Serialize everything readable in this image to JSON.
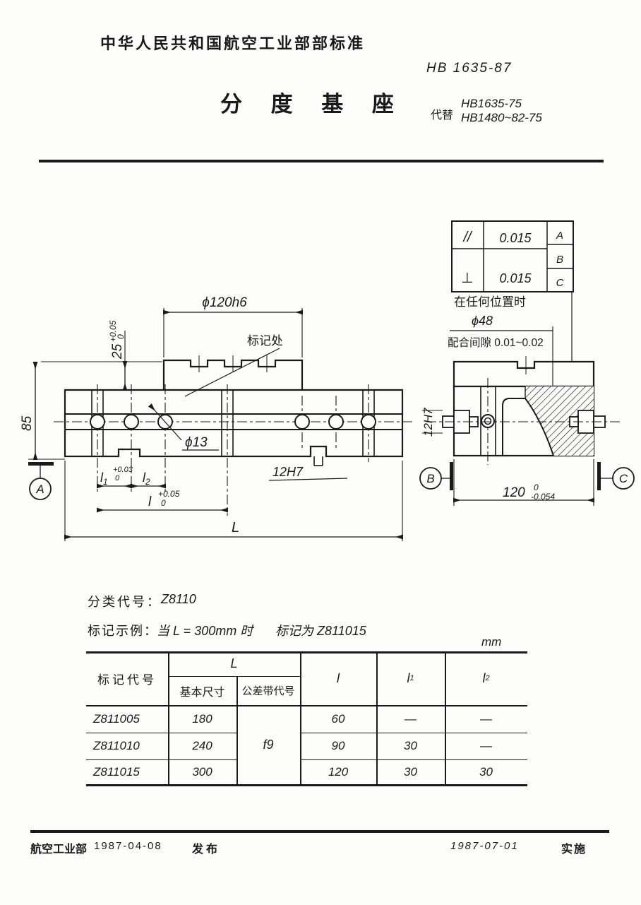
{
  "header": {
    "org": "中华人民共和国航空工业部部标准",
    "standard_no": "HB 1635-87",
    "title": "分 度 基 座",
    "replace_prefix": "代替",
    "replace_1": "HB1635-75",
    "replace_2": "HB1480~82-75"
  },
  "tolerance_frame": {
    "row1_symbol": "//",
    "row1_value": "0.015",
    "row1_datum": "A",
    "row2_symbol": "⊥",
    "row2_value": "0.015",
    "row2_datum_top": "B",
    "row2_datum_bottom": "C",
    "note": "在任何位置时"
  },
  "front_view": {
    "dia120": "ϕ120h6",
    "marking_spot": "标记处",
    "dim25": "25",
    "dim25_tol_up": "+0.05",
    "dim25_tol_dn": "0",
    "dim85": "85",
    "dia13": "ϕ13",
    "l1_sym": "l",
    "l1_sub": "1",
    "l1_tol_up": "+0.03",
    "l1_tol_dn": "0",
    "l2_sym": "l",
    "l2_sub": "2",
    "l_sym": "l",
    "l_tol_up": "+0.05",
    "l_tol_dn": "0",
    "L_sym": "L",
    "slot12": "12H7",
    "datum_a": "A"
  },
  "side_view": {
    "slot12": "12H7",
    "dia48": "ϕ48",
    "fit_note": "配合间隙 0.01~0.02",
    "dim120": "120",
    "dim120_tol_up": "0",
    "dim120_tol_dn": "-0.054",
    "datum_b": "B",
    "datum_c": "C"
  },
  "body_text": {
    "class_label": "分类代号：",
    "class_value": "Z8110",
    "example_label": "标记示例：",
    "example_cond": "当 L = 300mm 时",
    "example_result": "标记为 Z811015",
    "unit": "mm"
  },
  "table": {
    "col_code": "标记代号",
    "col_L": "L",
    "col_basic": "基本尺寸",
    "col_tol": "公差带代号",
    "col_l_sym": "l",
    "col_l1_sym": "l",
    "col_l1_sub": "1",
    "col_l2_sym": "l",
    "col_l2_sub": "2",
    "tol_value": "f9",
    "rows": [
      {
        "code": "Z811005",
        "basic": "180",
        "l": "60",
        "l1": "—",
        "l2": "—"
      },
      {
        "code": "Z811010",
        "basic": "240",
        "l": "90",
        "l1": "30",
        "l2": "—"
      },
      {
        "code": "Z811015",
        "basic": "300",
        "l": "120",
        "l1": "30",
        "l2": "30"
      }
    ]
  },
  "footer": {
    "org": "航空工业部",
    "issue_date": "1987-04-08",
    "issue_label": "发布",
    "impl_date": "1987-07-01",
    "impl_label": "实施"
  }
}
